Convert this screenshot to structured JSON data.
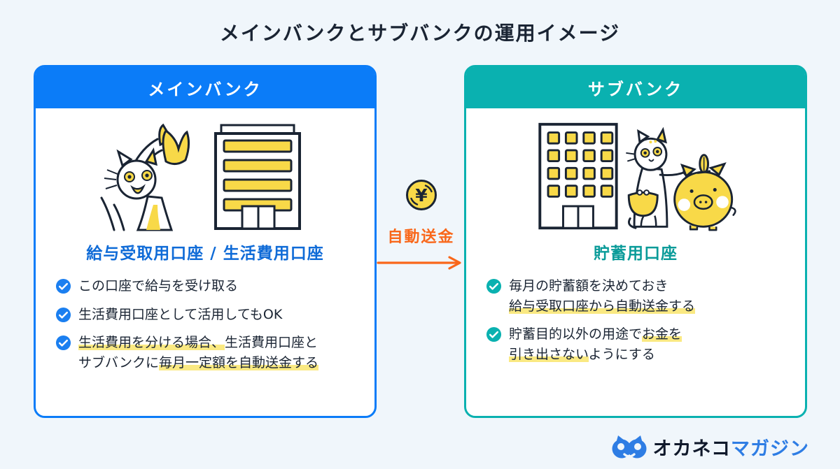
{
  "page": {
    "title": "メインバンクとサブバンクの運用イメージ"
  },
  "colors": {
    "background": "#f0f6fb",
    "main_blue": "#0b7cf8",
    "sub_teal": "#0ab1b0",
    "accent_orange": "#f9671a",
    "highlight_yellow": "#fae982",
    "text_dark": "#1a2433",
    "illustration_yellow": "#f8d948"
  },
  "main_bank": {
    "header": "メインバンク",
    "account_label": "給与受取用口座 / 生活費用口座",
    "illustration": "cat-catching-salary-and-bank-building",
    "items": [
      {
        "lines": [
          {
            "segments": [
              {
                "text": "この口座で給与を受け取る",
                "highlight": false
              }
            ]
          }
        ]
      },
      {
        "lines": [
          {
            "segments": [
              {
                "text": "生活費用口座として活用してもOK",
                "highlight": false
              }
            ]
          }
        ]
      },
      {
        "lines": [
          {
            "segments": [
              {
                "text": "生活費用を分ける場合、",
                "highlight": true
              },
              {
                "text": "生活費用口座と",
                "highlight": false
              }
            ]
          },
          {
            "segments": [
              {
                "text": "サブバンクに",
                "highlight": false
              },
              {
                "text": "毎月一定額を自動送金する",
                "highlight": true
              }
            ]
          }
        ]
      }
    ]
  },
  "sub_bank": {
    "header": "サブバンク",
    "account_label": "貯蓄用口座",
    "illustration": "bank-building-cat-feeding-piggy-bank",
    "items": [
      {
        "lines": [
          {
            "segments": [
              {
                "text": "毎月の貯蓄額を決めておき",
                "highlight": false
              }
            ]
          },
          {
            "segments": [
              {
                "text": "給与受取口座から自動送金する",
                "highlight": true
              }
            ]
          }
        ]
      },
      {
        "lines": [
          {
            "segments": [
              {
                "text": "貯蓄目的以外の用途で",
                "highlight": false
              },
              {
                "text": "お金を",
                "highlight": true
              }
            ]
          },
          {
            "segments": [
              {
                "text": "引き出さない",
                "highlight": true
              },
              {
                "text": "ようにする",
                "highlight": false
              }
            ]
          }
        ]
      }
    ]
  },
  "transfer": {
    "coin_symbol": "¥",
    "label": "自動送金"
  },
  "logo": {
    "name": "オカネコマガジン",
    "text_dark": "オカネコ",
    "text_accent": "マガジン"
  }
}
